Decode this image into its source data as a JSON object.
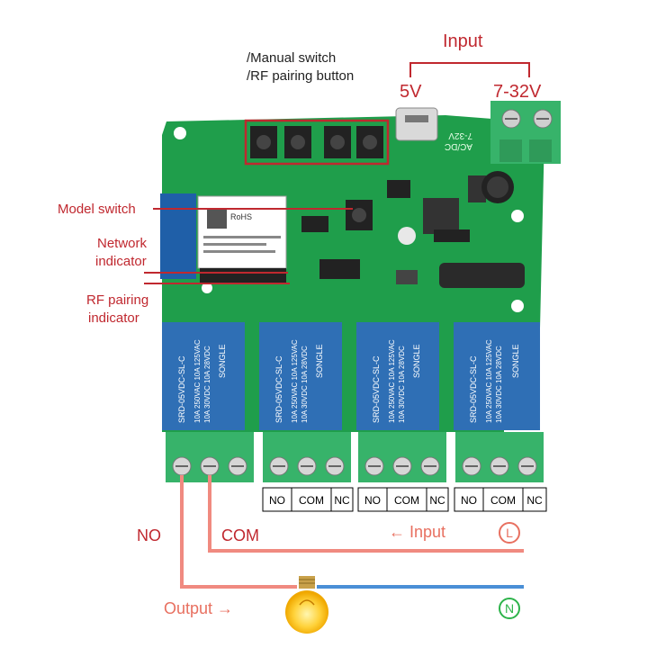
{
  "annotations": {
    "manual_switch": "/Manual switch",
    "rf_pairing_button": "/RF pairing button",
    "input_title": "Input",
    "v5": "5V",
    "v7_32": "7-32V",
    "model_switch": "Model switch",
    "network_indicator_1": "Network",
    "network_indicator_2": "indicator",
    "rf_pairing_indicator_1": "RF pairing",
    "rf_pairing_indicator_2": "indicator"
  },
  "board": {
    "silk_acdc": "AC/DC",
    "silk_732": "7-32V",
    "rohs": "RoHS",
    "relay_brand": "SONGLE",
    "relay_model": "SRD-05VDC-SL-C",
    "relay_rating_1": "10A 250VAC 10A 125VAC",
    "relay_rating_2": "10A 30VDC 10A 28VDC"
  },
  "terminal_labels": [
    [
      "NO",
      "COM",
      "NC"
    ],
    [
      "NO",
      "COM",
      "NC"
    ],
    [
      "NO",
      "COM",
      "NC"
    ]
  ],
  "wiring": {
    "no_label": "NO",
    "com_label": "COM",
    "input_label": "← Input",
    "l_symbol": "L",
    "output_label": "Output →",
    "n_symbol": "N"
  },
  "colors": {
    "pcb": "#1f9e4b",
    "relay": "#2f6fb5",
    "terminal": "#37b36a",
    "annotation": "#c0282f",
    "live_wire": "#f08a80",
    "neutral_wire": "#4a8fd6",
    "symbol_green": "#2db34a"
  }
}
